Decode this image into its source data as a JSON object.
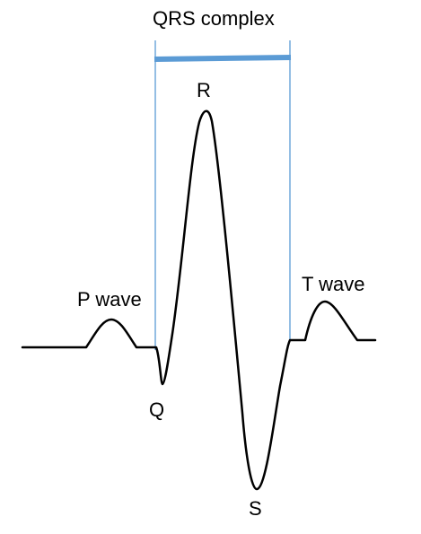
{
  "diagram": {
    "labels": {
      "qrs_complex": "QRS complex",
      "r": "R",
      "p_wave": "P wave",
      "t_wave": "T wave",
      "q": "Q",
      "s": "S"
    },
    "colors": {
      "waveform": "#000000",
      "bracket_bar": "#5b9bd5",
      "bracket_lines": "#5b9bd5",
      "label_text": "#000000",
      "background": "#ffffff"
    }
  }
}
